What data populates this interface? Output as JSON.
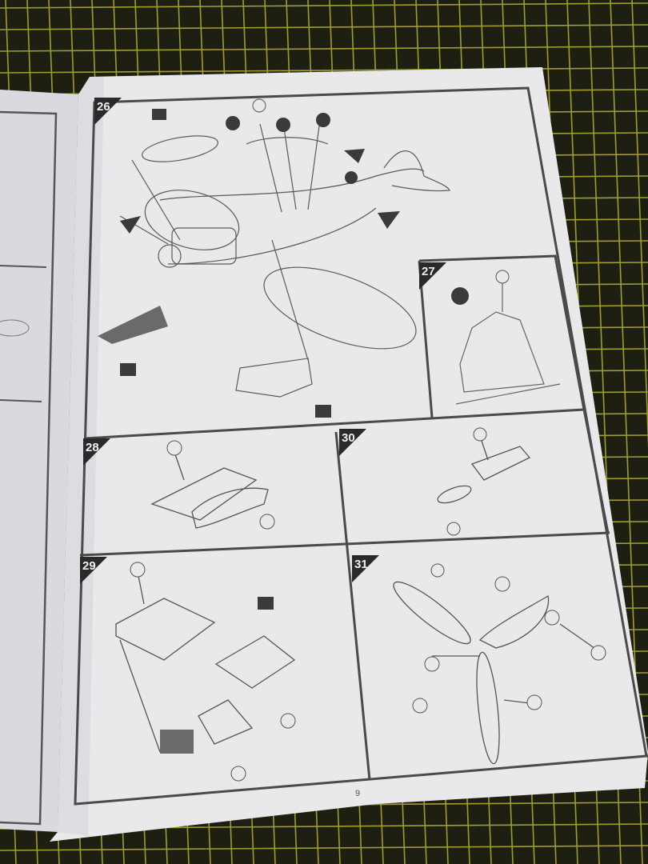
{
  "photo": {
    "subject": "model-kit-instruction-booklet-on-cutting-mat",
    "colors": {
      "mat": "#1d1f12",
      "grid": "#b9b233",
      "paper": "#e9e9ec",
      "paper_shadow": "#cfd0d5",
      "ink": "#3a3a3a"
    }
  },
  "page": {
    "page_number": "9",
    "steps": [
      {
        "number": "26"
      },
      {
        "number": "27"
      },
      {
        "number": "28"
      },
      {
        "number": "29"
      },
      {
        "number": "30"
      },
      {
        "number": "31"
      }
    ]
  }
}
